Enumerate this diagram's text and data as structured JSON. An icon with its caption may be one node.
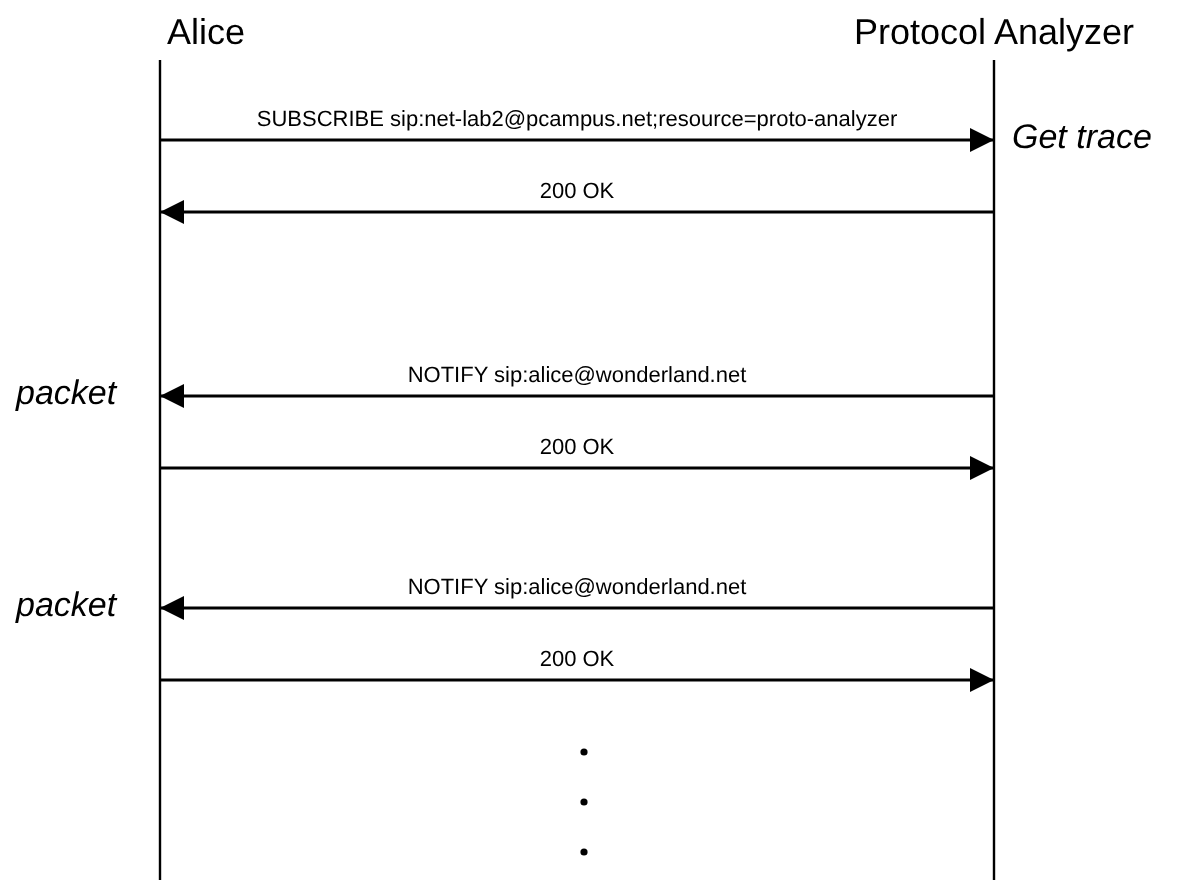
{
  "diagram": {
    "nodes": [
      {
        "text": [
          "Alice"
        ]
      },
      {
        "text": [
          "Protocol Analyzer"
        ]
      }
    ],
    "edges": [
      {
        "from": 0,
        "to": 1,
        "arrow": "to",
        "label": "SUBSCRIBE sip:net-lab2@pcampus.net;resource=proto-analyzer"
      },
      {
        "from": 1,
        "to": 0,
        "arrow": "to",
        "label": "200 OK"
      },
      {
        "from": 1,
        "to": 0,
        "arrow": "to",
        "label": "NOTIFY sip:alice@wonderland.net"
      },
      {
        "from": 0,
        "to": 1,
        "arrow": "to",
        "label": "200 OK"
      },
      {
        "from": 1,
        "to": 0,
        "arrow": "to",
        "label": "NOTIFY sip:alice@wonderland.net"
      },
      {
        "from": 0,
        "to": 1,
        "arrow": "to",
        "label": "200 OK"
      }
    ],
    "labels": [
      "Get trace",
      "packet",
      "packet"
    ]
  }
}
